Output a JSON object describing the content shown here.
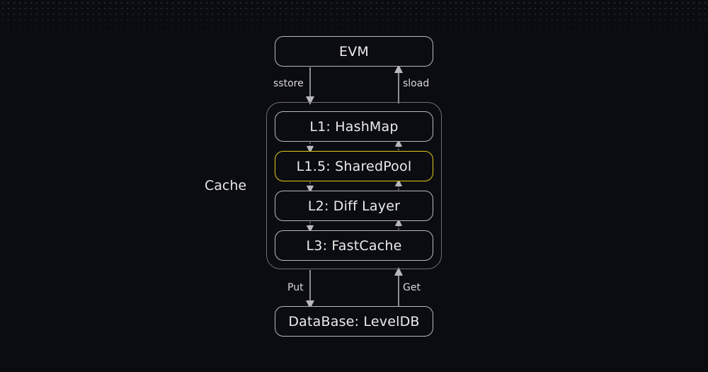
{
  "diagram": {
    "top_node": "EVM",
    "cache_label": "Cache",
    "cache_layers": [
      {
        "label": "L1: HashMap",
        "highlighted": false
      },
      {
        "label": "L1.5: SharedPool",
        "highlighted": true
      },
      {
        "label": "L2: Diff Layer",
        "highlighted": false
      },
      {
        "label": "L3: FastCache",
        "highlighted": false
      }
    ],
    "bottom_node": "DataBase: LevelDB",
    "edges": {
      "evm_to_cache": "sstore",
      "cache_to_evm": "sload",
      "cache_to_db": "Put",
      "db_to_cache": "Get"
    },
    "colors": {
      "background": "#0b0c11",
      "node_border": "#b8b8bc",
      "highlight": "#e5c91b",
      "text": "#ececec"
    }
  }
}
